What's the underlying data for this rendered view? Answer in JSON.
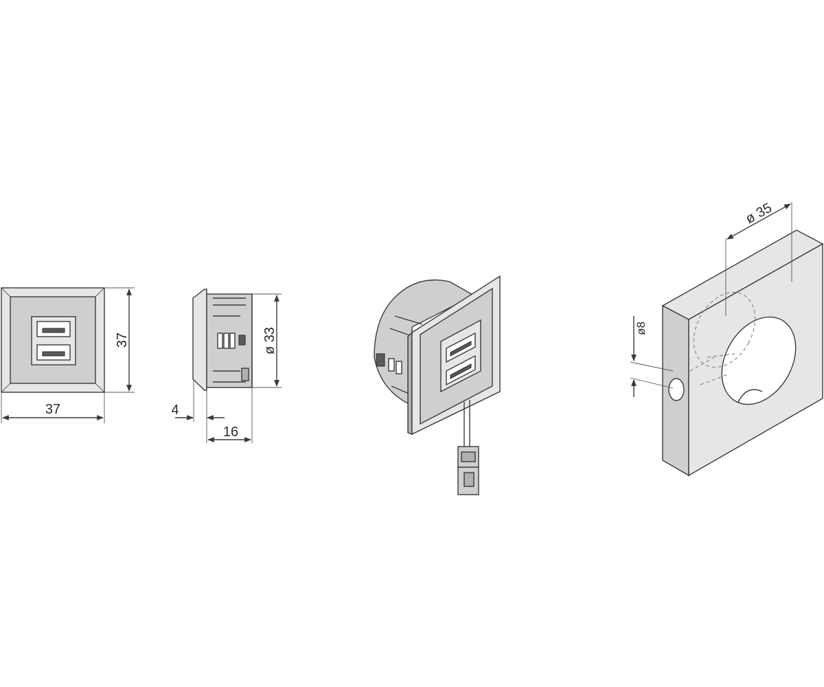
{
  "dimensions": {
    "front_height": "37",
    "front_width": "37",
    "side_diameter": "ø 33",
    "side_flange": "4",
    "side_depth": "16",
    "board_hole_small": "ø8",
    "board_hole_large": "ø 35"
  },
  "colors": {
    "line": "#3a3a3a",
    "face_light": "#e6e6e6",
    "face_mid": "#cfcfcf",
    "face_dark": "#b0b0b0",
    "dashed": "#888888"
  }
}
